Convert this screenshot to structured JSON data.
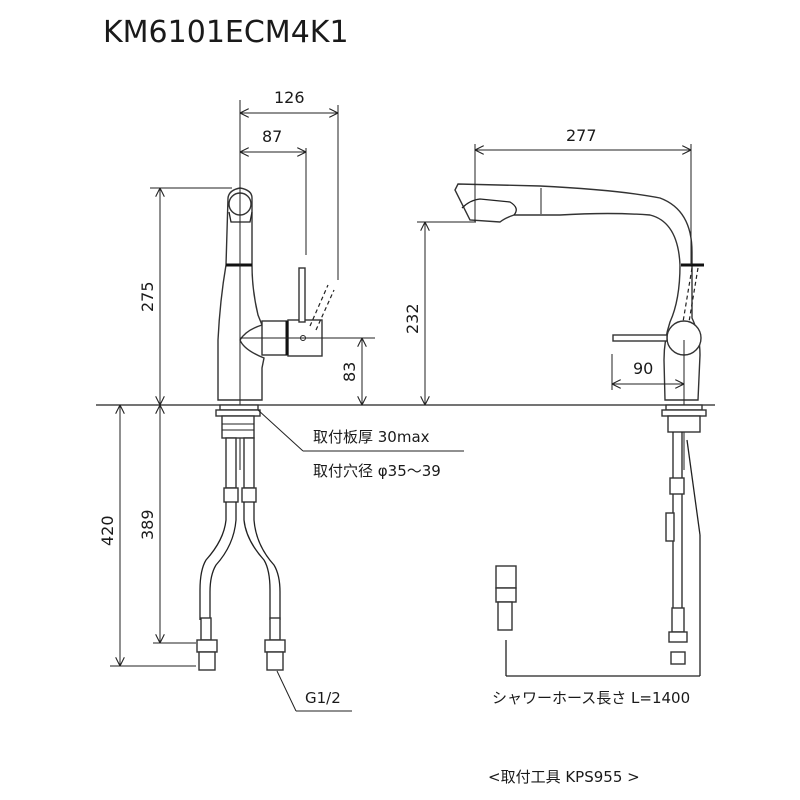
{
  "title": "KM6101ECM4K1",
  "dimensions": {
    "top_outer_width": "126",
    "top_inner_width": "87",
    "left_height": "275",
    "lever_height": "83",
    "spout_reach": "277",
    "spout_height": "232",
    "lever_reach": "90",
    "total_hose_length": "420",
    "supply_hose_length": "389"
  },
  "notes": {
    "mount_thickness": "取付板厚 30max",
    "mount_hole": "取付穴径 φ35～39",
    "thread": "G1/2",
    "shower_hose": "シャワーホース長さ L=1400",
    "tool": "<取付工具 KPS955 >"
  }
}
